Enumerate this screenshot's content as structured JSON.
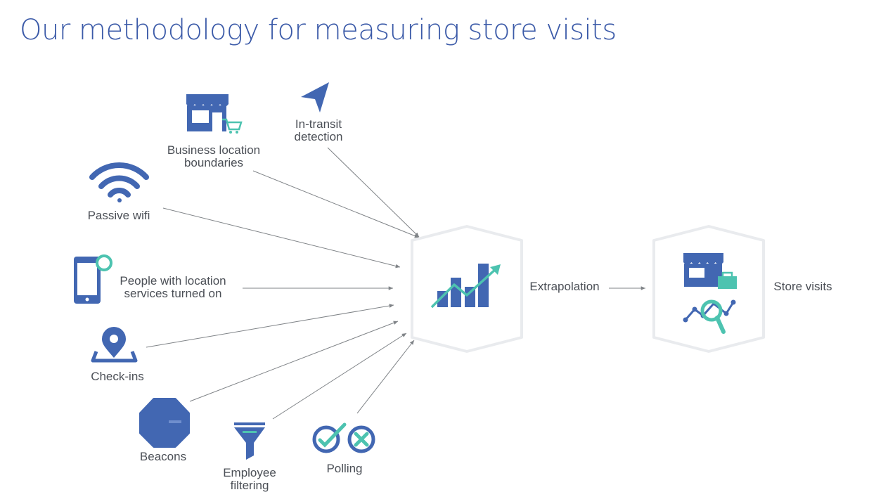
{
  "title": "Our methodology for measuring store visits",
  "colors": {
    "blue": "#4267b2",
    "teal": "#4dc3b0",
    "title": "#3b5aa8",
    "hexagon": "#e9ebee",
    "arrow": "#7f8387",
    "label": "#4b4f56"
  },
  "inputs": [
    {
      "id": "business-location",
      "icon": "storefront-cart-icon",
      "lines": [
        "Business location",
        "boundaries"
      ]
    },
    {
      "id": "in-transit",
      "icon": "navigation-arrow-icon",
      "lines": [
        "In-transit",
        "detection"
      ]
    },
    {
      "id": "passive-wifi",
      "icon": "wifi-icon",
      "lines": [
        "Passive wifi"
      ]
    },
    {
      "id": "location-services",
      "icon": "phone-location-icon",
      "lines": [
        "People with location",
        "services turned on"
      ]
    },
    {
      "id": "check-ins",
      "icon": "map-pin-icon",
      "lines": [
        "Check-ins"
      ]
    },
    {
      "id": "beacons",
      "icon": "beacon-icon",
      "lines": [
        "Beacons"
      ]
    },
    {
      "id": "employee-filtering",
      "icon": "funnel-icon",
      "lines": [
        "Employee",
        "filtering"
      ]
    },
    {
      "id": "polling",
      "icon": "check-x-icon",
      "lines": [
        "Polling"
      ]
    }
  ],
  "process": {
    "label": "Extrapolation",
    "icon": "growth-chart-icon"
  },
  "output": {
    "label": "Store visits",
    "icons": [
      "storefront-bag-icon",
      "magnify-chart-icon"
    ]
  }
}
